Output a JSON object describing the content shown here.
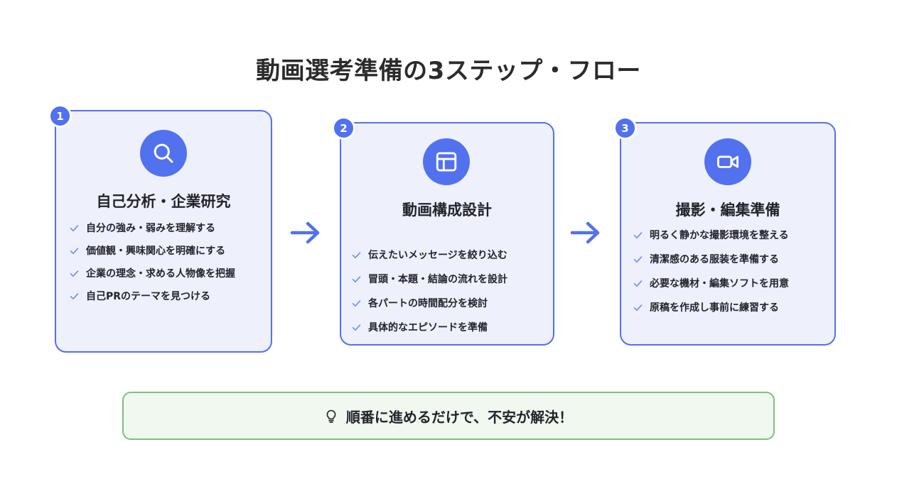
{
  "header": {
    "title": "動画選考準備の3ステップ・フロー"
  },
  "colors": {
    "accent_blue": "#5271ef",
    "card_bg": "#eef0fc",
    "card_border": "#5271ef",
    "text_dark": "#23242b",
    "banner_bg": "#f0f8ef",
    "banner_border": "#7cc17a",
    "check_blue": "#6b86f0"
  },
  "steps": [
    {
      "number": "1",
      "icon": "search-icon",
      "title": "自己分析・企業研究",
      "items": [
        "自分の強み・弱みを理解する",
        "価値観・興味関心を明確にする",
        "企業の理念・求める人物像を把握",
        "自己PRのテーマを見つける"
      ]
    },
    {
      "number": "2",
      "icon": "layout-icon",
      "title": "動画構成設計",
      "items": [
        "伝えたいメッセージを絞り込む",
        "冒頭・本題・結論の流れを設計",
        "各パートの時間配分を検討",
        "具体的なエピソードを準備"
      ]
    },
    {
      "number": "3",
      "icon": "video-camera-icon",
      "title": "撮影・編集準備",
      "items": [
        "明るく静かな撮影環境を整える",
        "清潔感のある服装を準備する",
        "必要な機材・編集ソフトを用意",
        "原稿を作成し事前に練習する"
      ]
    }
  ],
  "connectors": [
    {
      "icon": "arrow-right-icon"
    },
    {
      "icon": "arrow-right-icon"
    }
  ],
  "banner": {
    "icon": "lightbulb-icon",
    "text": "順番に進めるだけで、不安が解決！"
  }
}
